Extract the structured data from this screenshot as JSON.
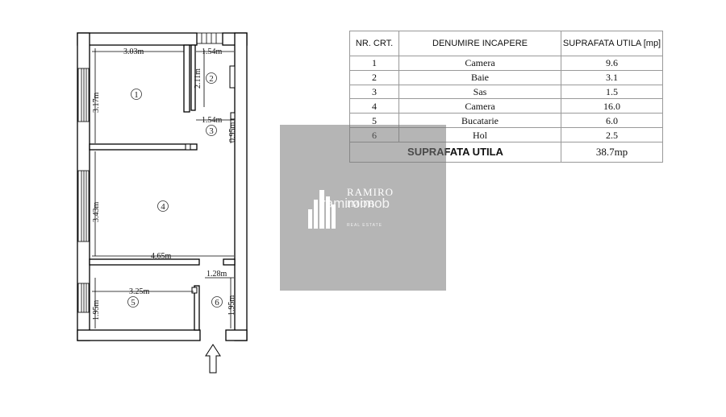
{
  "floor_plan": {
    "dimensions": {
      "room1_width": "3.03m",
      "room1_height": "3.17m",
      "room2_width": "1.54m",
      "room2_height": "2.11m",
      "room3_width": "1.54m",
      "room3_height": "0.95m",
      "room4_height": "3.43m",
      "room4_width": "4.65m",
      "room5_width": "3.25m",
      "room5_height": "1.95m",
      "room6_width": "1.28m",
      "room6_height": "1.95m"
    },
    "room_numbers": [
      "1",
      "2",
      "3",
      "4",
      "5",
      "6"
    ]
  },
  "area_table": {
    "headers": {
      "nr": "NR. CRT.",
      "name": "DENUMIRE INCAPERE",
      "area": "SUPRAFATA UTILA [mp]"
    },
    "rows": [
      {
        "nr": "1",
        "name": "Camera",
        "area": "9.6"
      },
      {
        "nr": "2",
        "name": "Baie",
        "area": "3.1"
      },
      {
        "nr": "3",
        "name": "Sas",
        "area": "1.5"
      },
      {
        "nr": "4",
        "name": "Camera",
        "area": "16.0"
      },
      {
        "nr": "5",
        "name": "Bucatarie",
        "area": "6.0"
      },
      {
        "nr": "6",
        "name": "Hol",
        "area": "2.5"
      }
    ],
    "total_label": "SUPRAFATA UTILA",
    "total_value": "38.7mp"
  },
  "watermark": {
    "brand_line1": "RAMIRO",
    "brand_line2": "IMOB",
    "overlay_text": "ramiroimob",
    "tagline": "REAL ESTATE"
  },
  "colors": {
    "wall_fill": "#ffffff",
    "wall_stroke": "#000000",
    "table_border": "#999999",
    "watermark_box": "#8a8a8a"
  }
}
